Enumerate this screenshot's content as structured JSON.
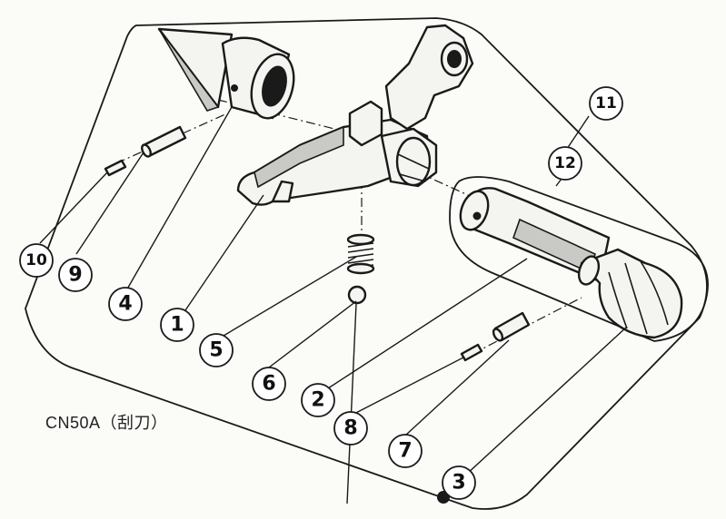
{
  "model_label": "CN50A（刮刀）",
  "callouts": [
    {
      "id": "1",
      "label": "1"
    },
    {
      "id": "2",
      "label": "2"
    },
    {
      "id": "3",
      "label": "3"
    },
    {
      "id": "4",
      "label": "4"
    },
    {
      "id": "5",
      "label": "5"
    },
    {
      "id": "6",
      "label": "6"
    },
    {
      "id": "7",
      "label": "7"
    },
    {
      "id": "8",
      "label": "8"
    },
    {
      "id": "9",
      "label": "9"
    },
    {
      "id": "10",
      "label": "10"
    },
    {
      "id": "11",
      "label": "11"
    },
    {
      "id": "12",
      "label": "12"
    }
  ]
}
